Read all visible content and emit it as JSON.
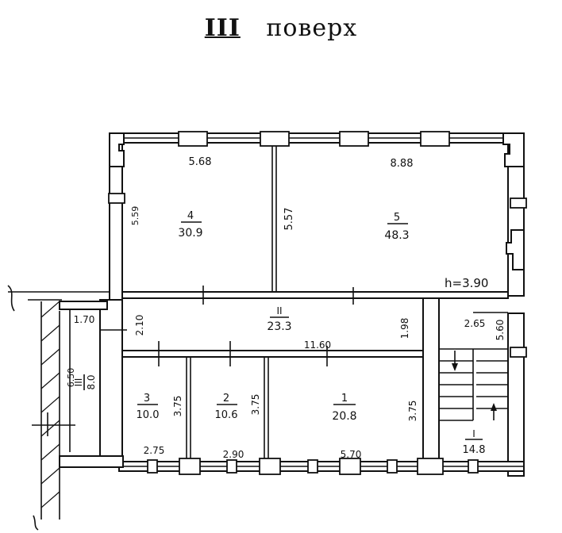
{
  "title": {
    "roman": "III",
    "word": "поверх"
  },
  "rooms": [
    {
      "id": "1",
      "area": "20.8"
    },
    {
      "id": "2",
      "area": "10.6"
    },
    {
      "id": "3",
      "area": "10.0"
    },
    {
      "id": "4",
      "area": "30.9"
    },
    {
      "id": "5",
      "area": "48.3"
    },
    {
      "id": "II",
      "area": "23.3"
    },
    {
      "id": "I",
      "area": "14.8"
    },
    {
      "id": "III",
      "area": "8.0"
    }
  ],
  "dimensions": {
    "room4_width": "5.68",
    "room5_width": "8.88",
    "room4_depth": "5.59",
    "partition_4_5": "5.57",
    "right_depth": "5.60",
    "ceiling_height": "h=3.90",
    "corridor_left": "1.70",
    "corridor_depth": "2.10",
    "corridor_length": "11.60",
    "corridor_right": "1.98",
    "stair_width": "2.65",
    "room3_depth": "3.75",
    "room2_depth": "3.75",
    "room1_depth": "3.75",
    "room3_width": "2.75",
    "room2_width": "2.90",
    "room1_width": "5.70",
    "room_iii_depth": "6.50"
  }
}
